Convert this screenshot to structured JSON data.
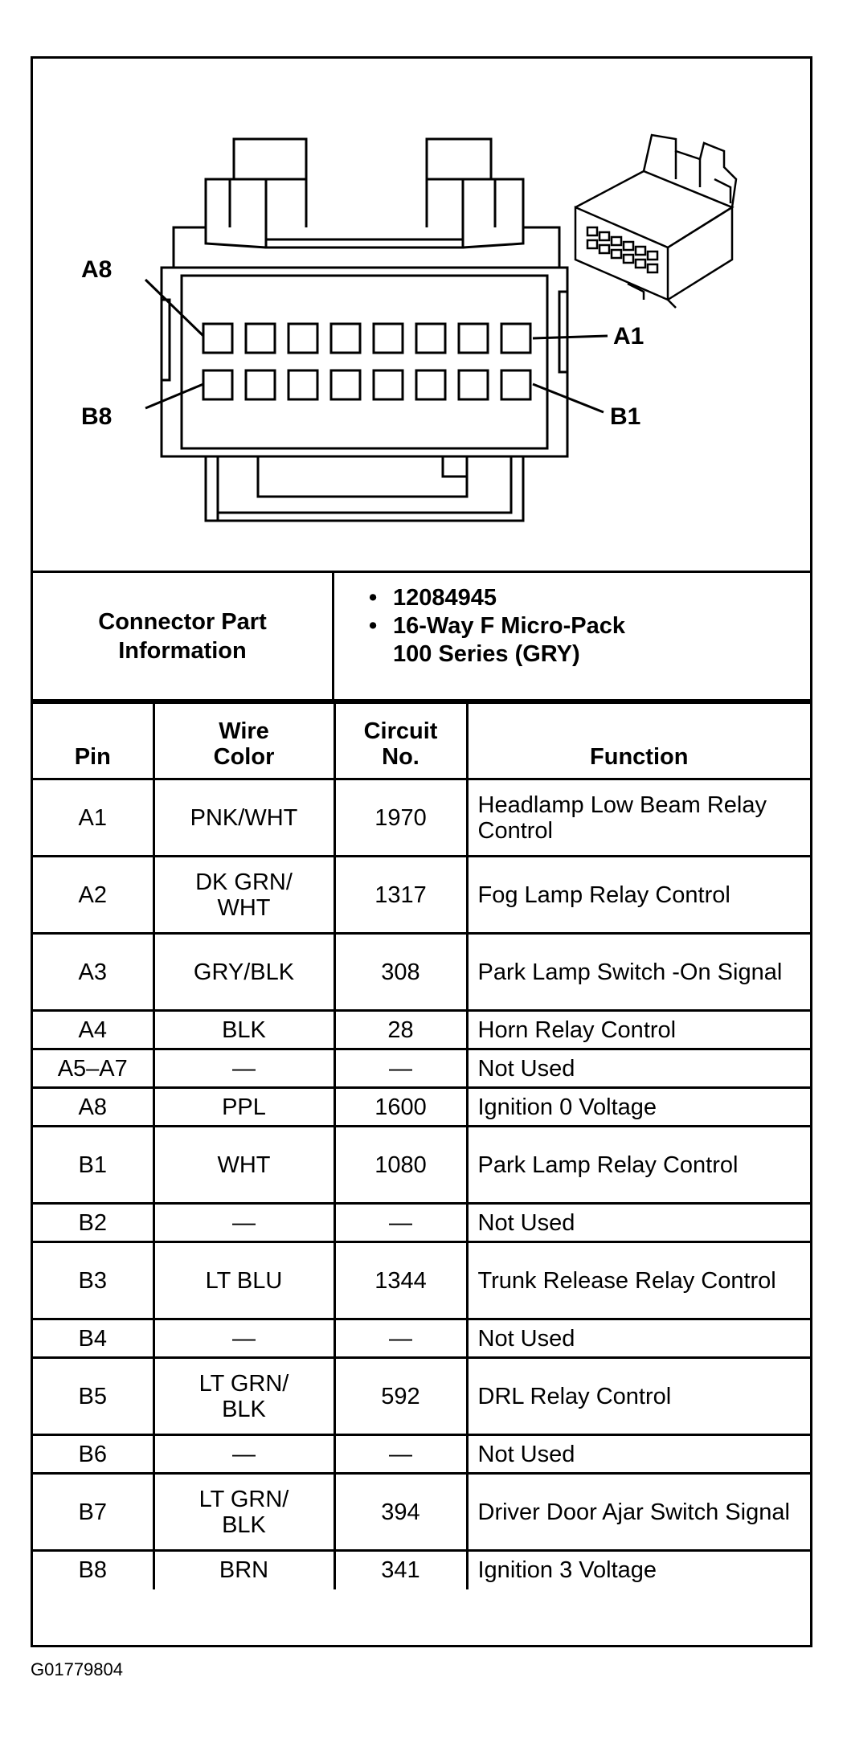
{
  "diagram": {
    "pin_labels": {
      "a8": "A8",
      "a1": "A1",
      "b8": "B8",
      "b1": "B1"
    }
  },
  "connector_info": {
    "label": "Connector Part\nInformation",
    "part_number": "12084945",
    "description_line1": "16-Way F Micro-Pack",
    "description_line2": "100 Series (GRY)"
  },
  "table": {
    "headers": {
      "pin": "Pin",
      "wire_color": "Wire\nColor",
      "circuit": "Circuit\nNo.",
      "function": "Function"
    },
    "rows": [
      {
        "pin": "A1",
        "wire": "PNK/WHT",
        "circuit": "1970",
        "function": "Headlamp Low Beam Relay Control",
        "size": "tall"
      },
      {
        "pin": "A2",
        "wire": "DK GRN/ WHT",
        "circuit": "1317",
        "function": "Fog Lamp Relay Control",
        "size": "tall"
      },
      {
        "pin": "A3",
        "wire": "GRY/BLK",
        "circuit": "308",
        "function": "Park Lamp Switch -On Signal",
        "size": "tall"
      },
      {
        "pin": "A4",
        "wire": "BLK",
        "circuit": "28",
        "function": "Horn Relay Control",
        "size": "short"
      },
      {
        "pin": "A5–A7",
        "wire": "—",
        "circuit": "—",
        "function": "Not Used",
        "size": "short"
      },
      {
        "pin": "A8",
        "wire": "PPL",
        "circuit": "1600",
        "function": "Ignition 0 Voltage",
        "size": "short"
      },
      {
        "pin": "B1",
        "wire": "WHT",
        "circuit": "1080",
        "function": "Park Lamp Relay Control",
        "size": "tall"
      },
      {
        "pin": "B2",
        "wire": "—",
        "circuit": "—",
        "function": "Not Used",
        "size": "short"
      },
      {
        "pin": "B3",
        "wire": "LT BLU",
        "circuit": "1344",
        "function": "Trunk Release Relay Control",
        "size": "tall"
      },
      {
        "pin": "B4",
        "wire": "—",
        "circuit": "—",
        "function": "Not Used",
        "size": "short"
      },
      {
        "pin": "B5",
        "wire": "LT GRN/ BLK",
        "circuit": "592",
        "function": "DRL Relay Control",
        "size": "tall"
      },
      {
        "pin": "B6",
        "wire": "—",
        "circuit": "—",
        "function": "Not Used",
        "size": "short"
      },
      {
        "pin": "B7",
        "wire": "LT GRN/ BLK",
        "circuit": "394",
        "function": "Driver Door Ajar Switch Signal",
        "size": "tall"
      },
      {
        "pin": "B8",
        "wire": "BRN",
        "circuit": "341",
        "function": "Ignition 3 Voltage",
        "size": "short"
      }
    ]
  },
  "figure_id": "G01779804"
}
